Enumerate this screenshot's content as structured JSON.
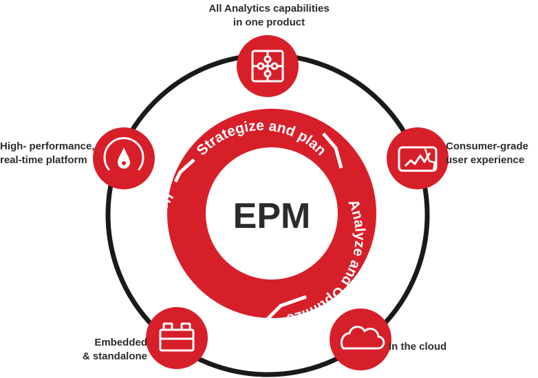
{
  "center": {
    "label": "EPM"
  },
  "segments": [
    {
      "label": "Strategize and plan"
    },
    {
      "label": "Analyze and Optimize"
    },
    {
      "label": "Financial Consolidation"
    }
  ],
  "capabilities": [
    {
      "lines": [
        "All Analytics capabilities",
        "in one product"
      ],
      "icon": "puzzle-icon"
    },
    {
      "lines": [
        "Consumer-grade",
        "user experience"
      ],
      "icon": "tablet-chart-icon"
    },
    {
      "lines": [
        "In the cloud"
      ],
      "icon": "cloud-icon"
    },
    {
      "lines": [
        "Embedded",
        "& standalone"
      ],
      "icon": "building-blocks-icon"
    },
    {
      "lines": [
        "High- performance,",
        "real-time platform"
      ],
      "icon": "gauge-icon"
    }
  ],
  "colors": {
    "accent": "#d71f2a",
    "ring": "#1a1a1a",
    "text": "#2b2b2b",
    "light_fill": "#ffffff"
  }
}
